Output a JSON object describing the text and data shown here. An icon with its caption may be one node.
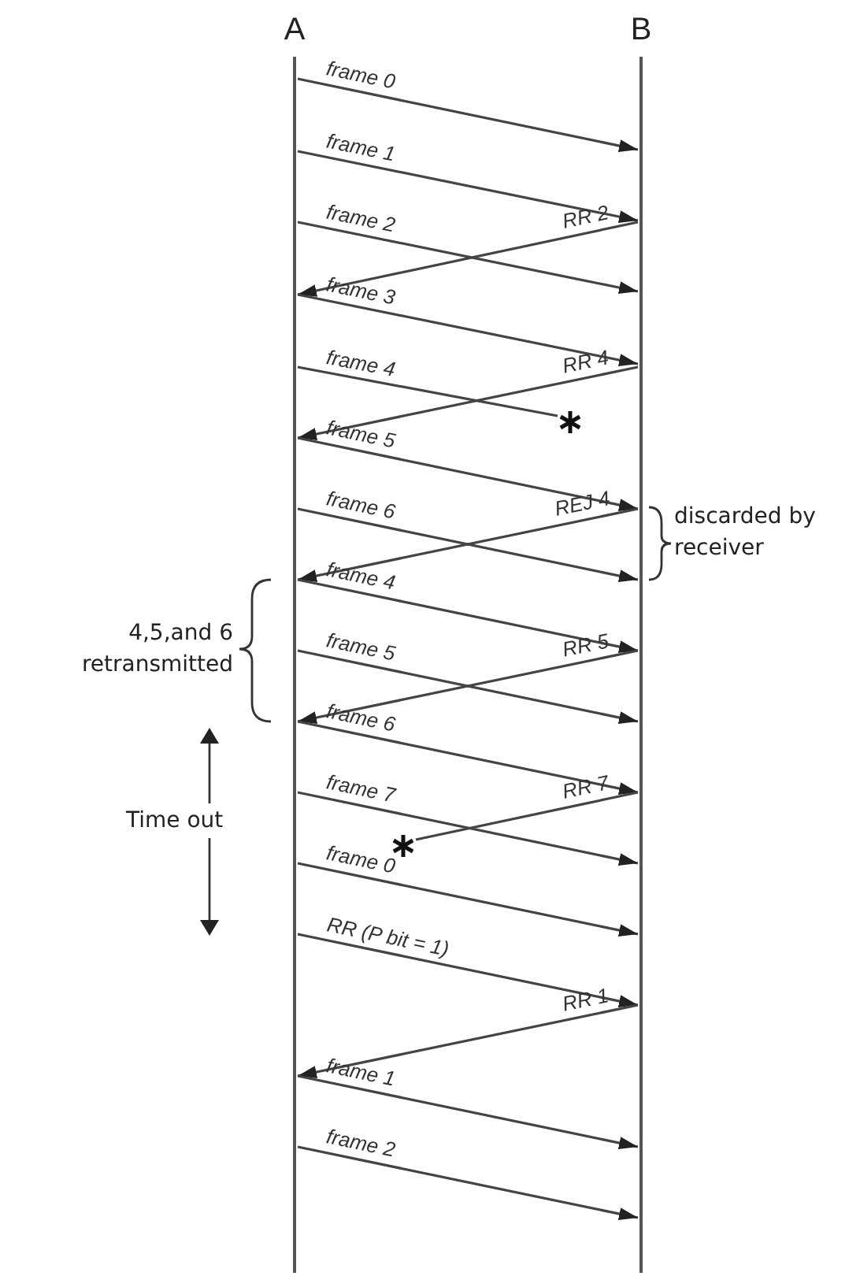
{
  "diagram": {
    "nodes": [
      {
        "text": [
          "A"
        ]
      },
      {
        "text": [
          "B"
        ]
      },
      {
        "text": [],
        "shape": "asterisk"
      },
      {
        "text": [],
        "shape": "asterisk"
      }
    ],
    "edges": [
      {
        "from": 0,
        "to": 1,
        "arrow": "to",
        "label": "frame 0"
      },
      {
        "from": 0,
        "to": 1,
        "arrow": "to",
        "label": "frame 1"
      },
      {
        "from": 0,
        "to": 1,
        "arrow": "to",
        "label": "frame 2"
      },
      {
        "from": 1,
        "to": 0,
        "arrow": "to",
        "label": "RR 2"
      },
      {
        "from": 0,
        "to": 1,
        "arrow": "to",
        "label": "frame 3"
      },
      {
        "from": 0,
        "to": 2,
        "arrow": "none",
        "label": "frame 4"
      },
      {
        "from": 1,
        "to": 0,
        "arrow": "to",
        "label": "RR 4"
      },
      {
        "from": 0,
        "to": 1,
        "arrow": "to",
        "label": "frame 5"
      },
      {
        "from": 0,
        "to": 1,
        "arrow": "to",
        "label": "frame 6"
      },
      {
        "from": 1,
        "to": 0,
        "arrow": "to",
        "label": "REJ 4"
      },
      {
        "from": 0,
        "to": 1,
        "arrow": "to",
        "label": "frame 4"
      },
      {
        "from": 0,
        "to": 1,
        "arrow": "to",
        "label": "frame 5"
      },
      {
        "from": 1,
        "to": 0,
        "arrow": "to",
        "label": "RR 5"
      },
      {
        "from": 0,
        "to": 1,
        "arrow": "to",
        "label": "frame 6"
      },
      {
        "from": 0,
        "to": 1,
        "arrow": "to",
        "label": "frame 7"
      },
      {
        "from": 1,
        "to": 3,
        "arrow": "none",
        "label": "RR 7"
      },
      {
        "from": 0,
        "to": 1,
        "arrow": "to",
        "label": "frame 0"
      },
      {
        "from": 0,
        "to": 1,
        "arrow": "to",
        "label": "RR (P bit = 1)"
      },
      {
        "from": 1,
        "to": 0,
        "arrow": "to",
        "label": "RR 1"
      },
      {
        "from": 0,
        "to": 1,
        "arrow": "to",
        "label": "frame 1"
      },
      {
        "from": 0,
        "to": 1,
        "arrow": "to",
        "label": "frame 2"
      }
    ],
    "labels": [
      "discarded by receiver",
      "4,5,and 6 retransmitted",
      "Time out"
    ]
  }
}
